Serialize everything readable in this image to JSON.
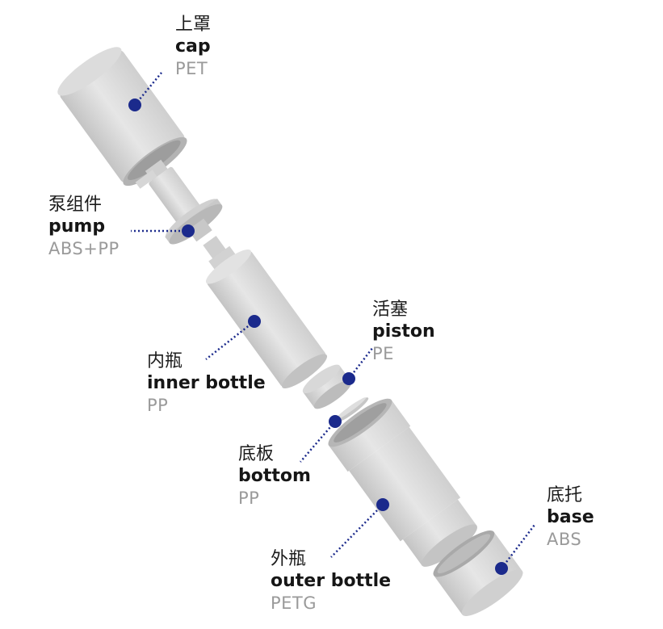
{
  "parts": [
    {
      "key": "cap",
      "zh": "上罩",
      "en": "cap",
      "material": "PET"
    },
    {
      "key": "pump",
      "zh": "泵组件",
      "en": "pump",
      "material": "ABS+PP"
    },
    {
      "key": "inner",
      "zh": "内瓶",
      "en": "inner bottle",
      "material": "PP"
    },
    {
      "key": "piston",
      "zh": "活塞",
      "en": "piston",
      "material": "PE"
    },
    {
      "key": "bottom",
      "zh": "底板",
      "en": "bottom",
      "material": "PP"
    },
    {
      "key": "outer",
      "zh": "外瓶",
      "en": "outer bottle",
      "material": "PETG"
    },
    {
      "key": "base",
      "zh": "底托",
      "en": "base",
      "material": "ABS"
    }
  ],
  "colors": {
    "marker": "#1b2a8c",
    "part_fill": "#dadada",
    "part_shadow": "#bdbdbd",
    "part_dark": "#a9a9a9",
    "part_highlight": "#eeeeee"
  }
}
